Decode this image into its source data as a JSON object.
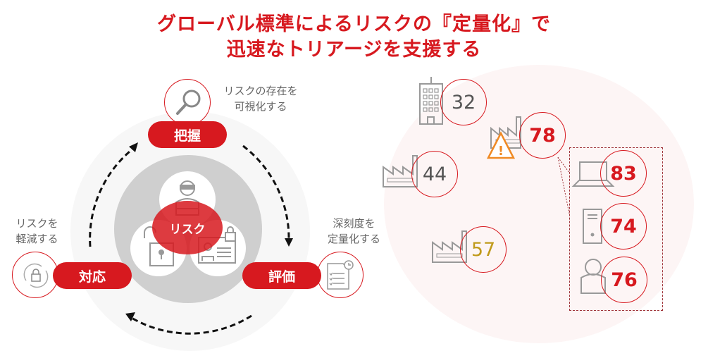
{
  "title": {
    "line1": "グローバル標準によるリスクの『定量化』で",
    "line2": "迅速なトリアージを支援する"
  },
  "cycle": {
    "center_label": "リスク",
    "steps": [
      {
        "label": "把握",
        "note1": "リスクの存在を",
        "note2": "可視化する",
        "icon": "magnifier-icon"
      },
      {
        "label": "評価",
        "note1": "深刻度を",
        "note2": "定量化する",
        "icon": "checklist-icon"
      },
      {
        "label": "対応",
        "note1": "リスクを",
        "note2": "軽減する",
        "icon": "lock-refresh-icon"
      }
    ]
  },
  "scores": {
    "office": "32",
    "factory_alert": "78",
    "factory_a": "44",
    "factory_b": "57",
    "laptop": "83",
    "server": "74",
    "user": "76"
  },
  "colors": {
    "accent": "#d7191f",
    "warning": "#f08a24",
    "medium": "#c09a1a",
    "neutral": "#555555"
  }
}
